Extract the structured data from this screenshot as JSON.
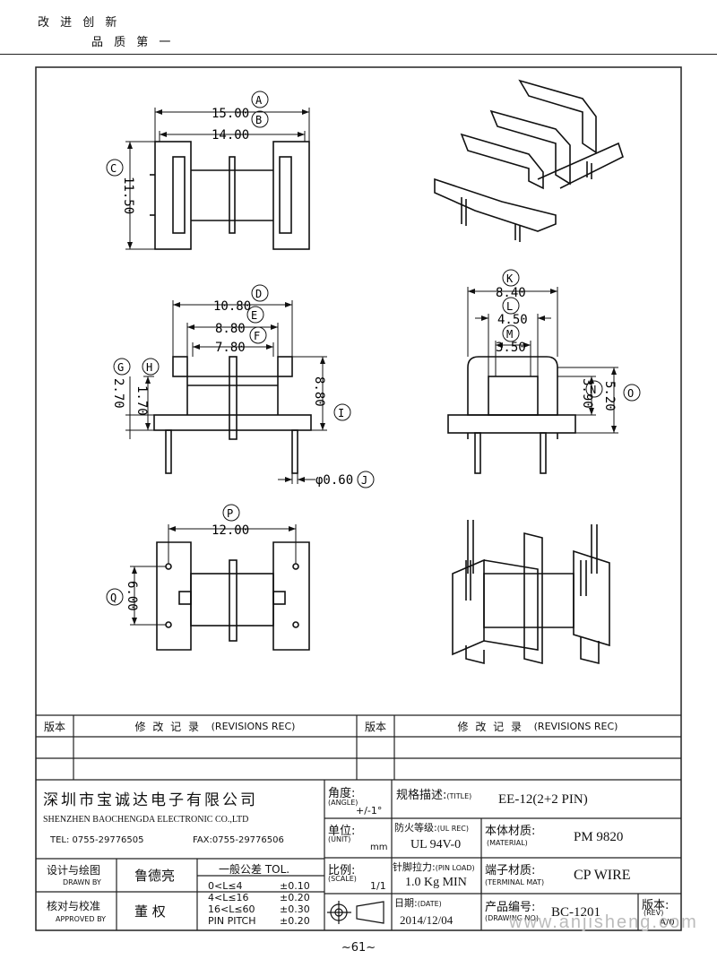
{
  "header": {
    "slogan_line1": "改 进 创 新",
    "slogan_line2": "品 质 第 一"
  },
  "dims": {
    "A": "A",
    "A_val": "15.00",
    "B": "B",
    "B_val": "14.00",
    "C": "C",
    "C_val": "11.50",
    "D": "D",
    "D_val": "10.80",
    "E": "E",
    "E_val": "8.80",
    "F": "F",
    "F_val": "7.80",
    "G": "G",
    "G_val": "2.70",
    "H": "H",
    "H_val": "1.70",
    "I": "I",
    "I_val": "8.80",
    "J": "J",
    "J_val": "φ0.60",
    "K": "K",
    "K_val": "8.40",
    "L": "L",
    "L_val": "4.50",
    "M": "M",
    "M_val": "3.50",
    "N": "N",
    "N_val": "3.90",
    "O": "O",
    "O_val": "5.20",
    "P": "P",
    "P_val": "12.00",
    "Q": "Q",
    "Q_val": "6.00"
  },
  "revisions": {
    "rev_label": "版本",
    "record_label": "修 改 记 录",
    "record_en": "(REVISIONS REC)"
  },
  "company": {
    "name_cn": "深圳市宝诚达电子有限公司",
    "name_en": "SHENZHEN BAOCHENGDA ELECTRONIC  CO.,LTD",
    "tel": "TEL: 0755-29776505",
    "fax": "FAX:0755-29776506"
  },
  "title_block": {
    "angle_label": "角度:",
    "angle_en": "(ANGLE)",
    "angle_val": "+/-1°",
    "unit_label": "单位:",
    "unit_en": "(UNIT)",
    "unit_val": "mm",
    "scale_label": "比例:",
    "scale_en": "(SCALE)",
    "scale_val": "1/1",
    "title_label": "规格描述:",
    "title_en": "(TITLE)",
    "title_val": "EE-12(2+2 PIN)",
    "ul_label": "防火等级:",
    "ul_en": "(UL REC)",
    "ul_val": "UL 94V-0",
    "material_label": "本体材质:",
    "material_en": "(MATERIAL)",
    "material_val": "PM 9820",
    "pin_load_label": "针脚拉力:",
    "pin_load_en": "(PIN LOAD)",
    "pin_load_val": "1.0 Kg MIN",
    "terminal_label": "端子材质:",
    "terminal_en": "(TERMINAL MAT)",
    "terminal_val": "CP WIRE",
    "date_label": "日期:",
    "date_en": "(DATE)",
    "date_val": "2014/12/04",
    "drawing_no_label": "产品编号:",
    "drawing_no_en": "(DRAWING NO)",
    "drawing_no_val": "BC-1201",
    "rev_label": "版本:",
    "rev_en": "(REV)",
    "rev_val": "A/0",
    "drawn_label": "设计与绘图",
    "drawn_en": "DRAWN BY",
    "drawn_val": "鲁德亮",
    "approved_label": "核对与校准",
    "approved_en": "APPROVED BY",
    "approved_val": "董  权",
    "tol_title": "一般公差 TOL.",
    "tol_rows": [
      {
        "range": "0<L≤4",
        "val": "±0.10"
      },
      {
        "range": "4<L≤16",
        "val": "±0.20"
      },
      {
        "range": "16<L≤60",
        "val": "±0.30"
      },
      {
        "range": "PIN PITCH",
        "val": "±0.20"
      }
    ]
  },
  "footer": {
    "page_number": "~61~",
    "watermark": "www.anjisheng.com"
  }
}
